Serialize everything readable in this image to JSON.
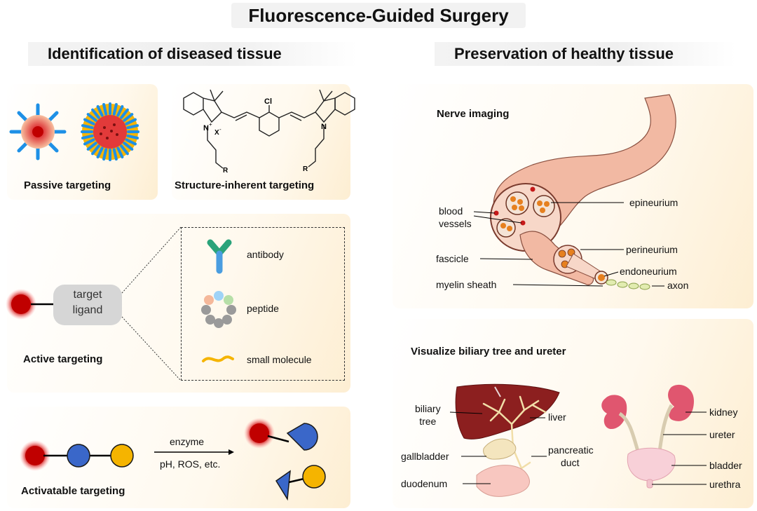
{
  "title": "Fluorescence-Guided Surgery",
  "left_heading": "Identification of diseased tissue",
  "right_heading": "Preservation of healthy tissue",
  "passive": {
    "label": "Passive targeting"
  },
  "structure": {
    "label": "Structure-inherent targeting",
    "atoms": {
      "cl": "Cl",
      "n": "N",
      "n_plus": "+",
      "x": "X",
      "x_minus": "-",
      "r": "R"
    }
  },
  "active": {
    "label": "Active targeting",
    "ligand_line1": "target",
    "ligand_line2": "ligand",
    "options": [
      "antibody",
      "peptide",
      "small molecule"
    ]
  },
  "activatable": {
    "label": "Activatable targeting",
    "arrow_top": "enzyme",
    "arrow_bottom": "pH, ROS, etc."
  },
  "nerve": {
    "title": "Nerve imaging",
    "labels": {
      "blood_vessels_1": "blood",
      "blood_vessels_2": "vessels",
      "fascicle": "fascicle",
      "myelin": "myelin sheath",
      "epineurium": "epineurium",
      "perineurium": "perineurium",
      "endoneurium": "endoneurium",
      "axon": "axon"
    }
  },
  "biliary": {
    "title": "Visualize biliary tree and ureter",
    "labels": {
      "biliary_tree_1": "biliary",
      "biliary_tree_2": "tree",
      "liver": "liver",
      "gallbladder": "gallbladder",
      "pancreatic_1": "pancreatic",
      "pancreatic_2": "duct",
      "duodenum": "duodenum",
      "kidney": "kidney",
      "ureter": "ureter",
      "bladder": "bladder",
      "urethra": "urethra"
    }
  },
  "colors": {
    "fluorophore": "#c00000",
    "blue_bead": "#3a67c9",
    "yellow_bead": "#f5b400",
    "nerve_skin": "#f2b9a3",
    "liver": "#8c1f1f",
    "kidney": "#e0566f"
  }
}
